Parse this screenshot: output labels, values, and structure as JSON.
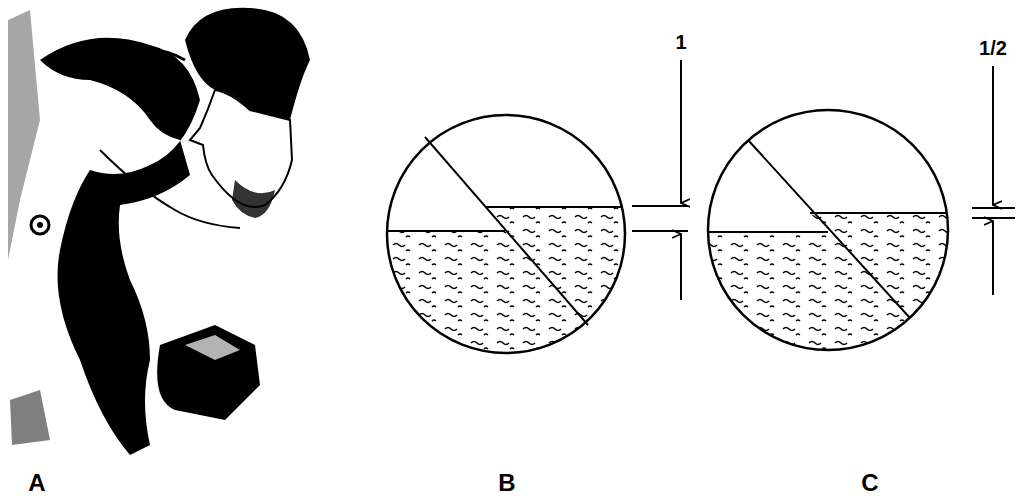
{
  "diagram": {
    "labels": [
      "1",
      "1/2",
      "A",
      "B",
      "C"
    ]
  }
}
